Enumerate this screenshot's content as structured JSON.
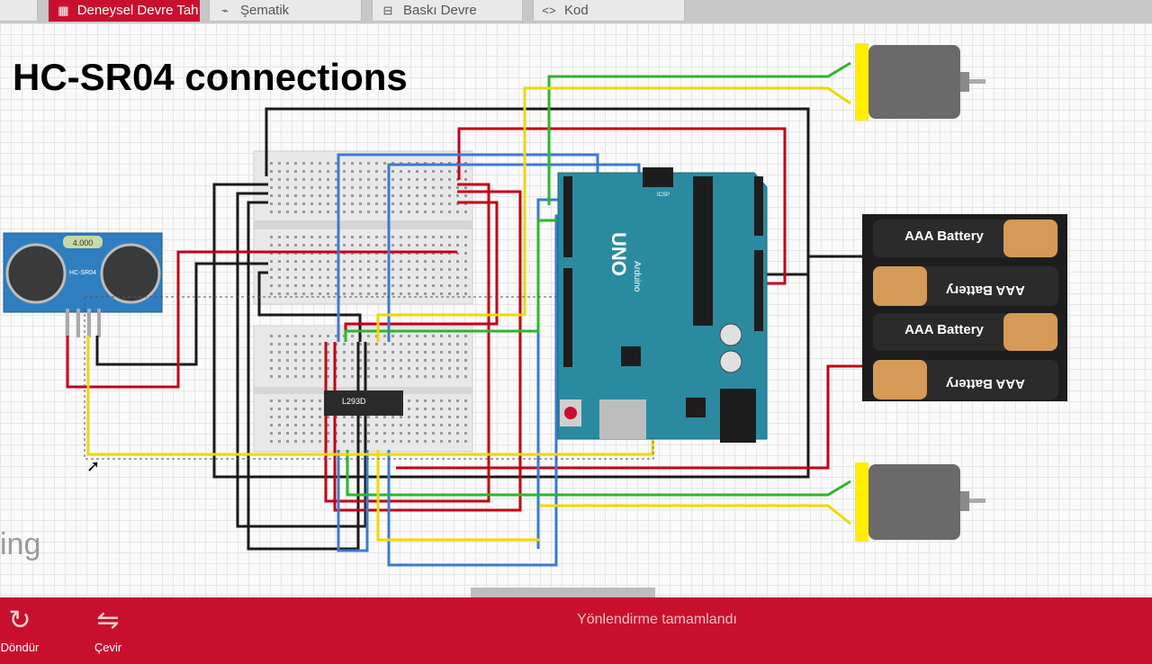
{
  "tabs": [
    {
      "label": "Deneysel Devre Tahtası",
      "icon": "breadboard-icon",
      "active": true
    },
    {
      "label": "Şematik",
      "icon": "schematic-icon",
      "active": false
    },
    {
      "label": "Baskı Devre",
      "icon": "pcb-icon",
      "active": false
    },
    {
      "label": "Kod",
      "icon": "code-icon",
      "active": false
    }
  ],
  "canvas": {
    "title": "HC-SR04 connections",
    "watermark": "ing",
    "sensor": {
      "label": "HC-SR04",
      "display": "4.000"
    },
    "driver_chip": {
      "label": "L293D"
    },
    "arduino": {
      "label": "UNO",
      "brand": "Arduino",
      "header_label": "ICSP"
    },
    "batteries": [
      "AAA Battery",
      "AAA Battery",
      "AAA Battery",
      "AAA Battery"
    ]
  },
  "toolbar": {
    "rotate_label": "Döndür",
    "flip_label": "Çevir",
    "status": "Yönlendirme tamamlandı"
  },
  "colors": {
    "accent": "#c8102e",
    "wire_red": "#c40018",
    "wire_black": "#1a1a1a",
    "wire_blue": "#3b7bd0",
    "wire_green": "#2fb52f",
    "wire_yellow": "#f0d800",
    "arduino": "#2a8ba0"
  }
}
